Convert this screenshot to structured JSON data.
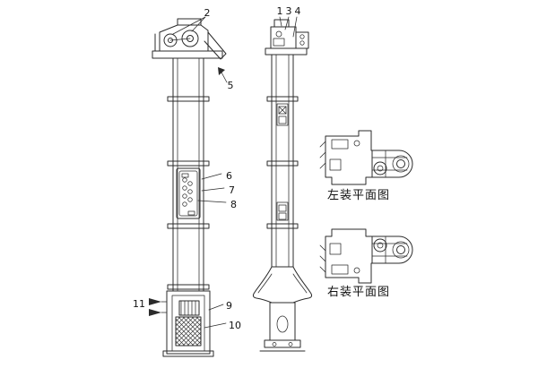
{
  "diagram": {
    "type": "technical-line-drawing",
    "subject": "bucket elevator front and side views with mounting plan details"
  },
  "callouts": {
    "n1": "1",
    "n2": "2",
    "n3": "3",
    "n4": "4",
    "n5": "5",
    "n6": "6",
    "n7": "7",
    "n8": "8",
    "n9": "9",
    "n10": "10",
    "n11": "11"
  },
  "captions": {
    "left_plan": "左装平面图",
    "right_plan": "右装平面图"
  },
  "colors": {
    "line": "#2b2b2b",
    "background": "#ffffff"
  }
}
